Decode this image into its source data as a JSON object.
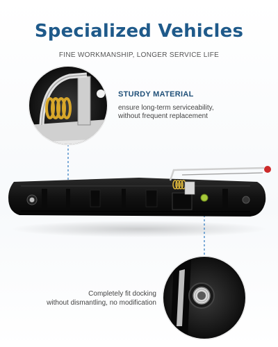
{
  "header": {
    "title": "Specialized Vehicles",
    "subtitle": "FINE WORKMANSHIP, LONGER SERVICE LIFE"
  },
  "features": [
    {
      "title": "STURDY MATERIAL",
      "description_line1": "ensure long-term serviceability,",
      "description_line2": "without frequent replacement"
    },
    {
      "description_line1": "Completely fit docking",
      "description_line2": "without dismantling, no modification"
    }
  ],
  "colors": {
    "title": "#1f5a8a",
    "callout_line": "#3b82c4",
    "handle": "#1b1b1b",
    "accent": "#cc2a2a"
  },
  "icons": {
    "spring_detail": "coil-spring-icon",
    "bolt_detail": "threaded-insert-icon"
  }
}
